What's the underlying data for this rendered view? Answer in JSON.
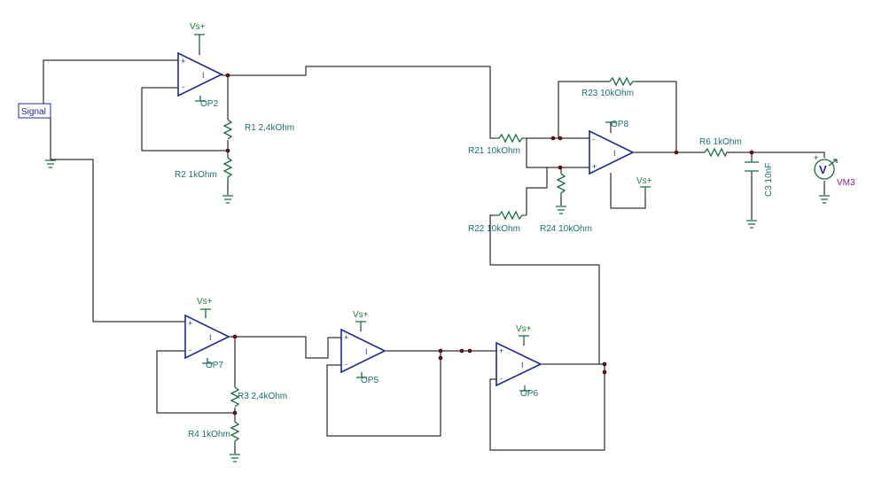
{
  "signal_source": {
    "label": "Signal"
  },
  "supply": {
    "label": "Vs+"
  },
  "opamps": {
    "op2": {
      "label": "OP2"
    },
    "op5": {
      "label": "OP5"
    },
    "op6": {
      "label": "OP6"
    },
    "op7": {
      "label": "OP7"
    },
    "op8": {
      "label": "OP8"
    }
  },
  "resistors": {
    "r1": "R1 2,4kOhm",
    "r2": "R2 1kOhm",
    "r3": "R3 2,4kOhm",
    "r4": "R4 1kOhm",
    "r6": "R6 1kOhm",
    "r21": "R21 10kOhm",
    "r22": "R22 10kOhm",
    "r23": "R23 10kOhm",
    "r24": "R24 10kOhm"
  },
  "capacitors": {
    "c3": "C3 10nF"
  },
  "meter": {
    "name": "VM3",
    "symbol": "V",
    "plus": "+"
  },
  "pin_signs": {
    "plus": "+",
    "minus": "-",
    "out": "I"
  }
}
